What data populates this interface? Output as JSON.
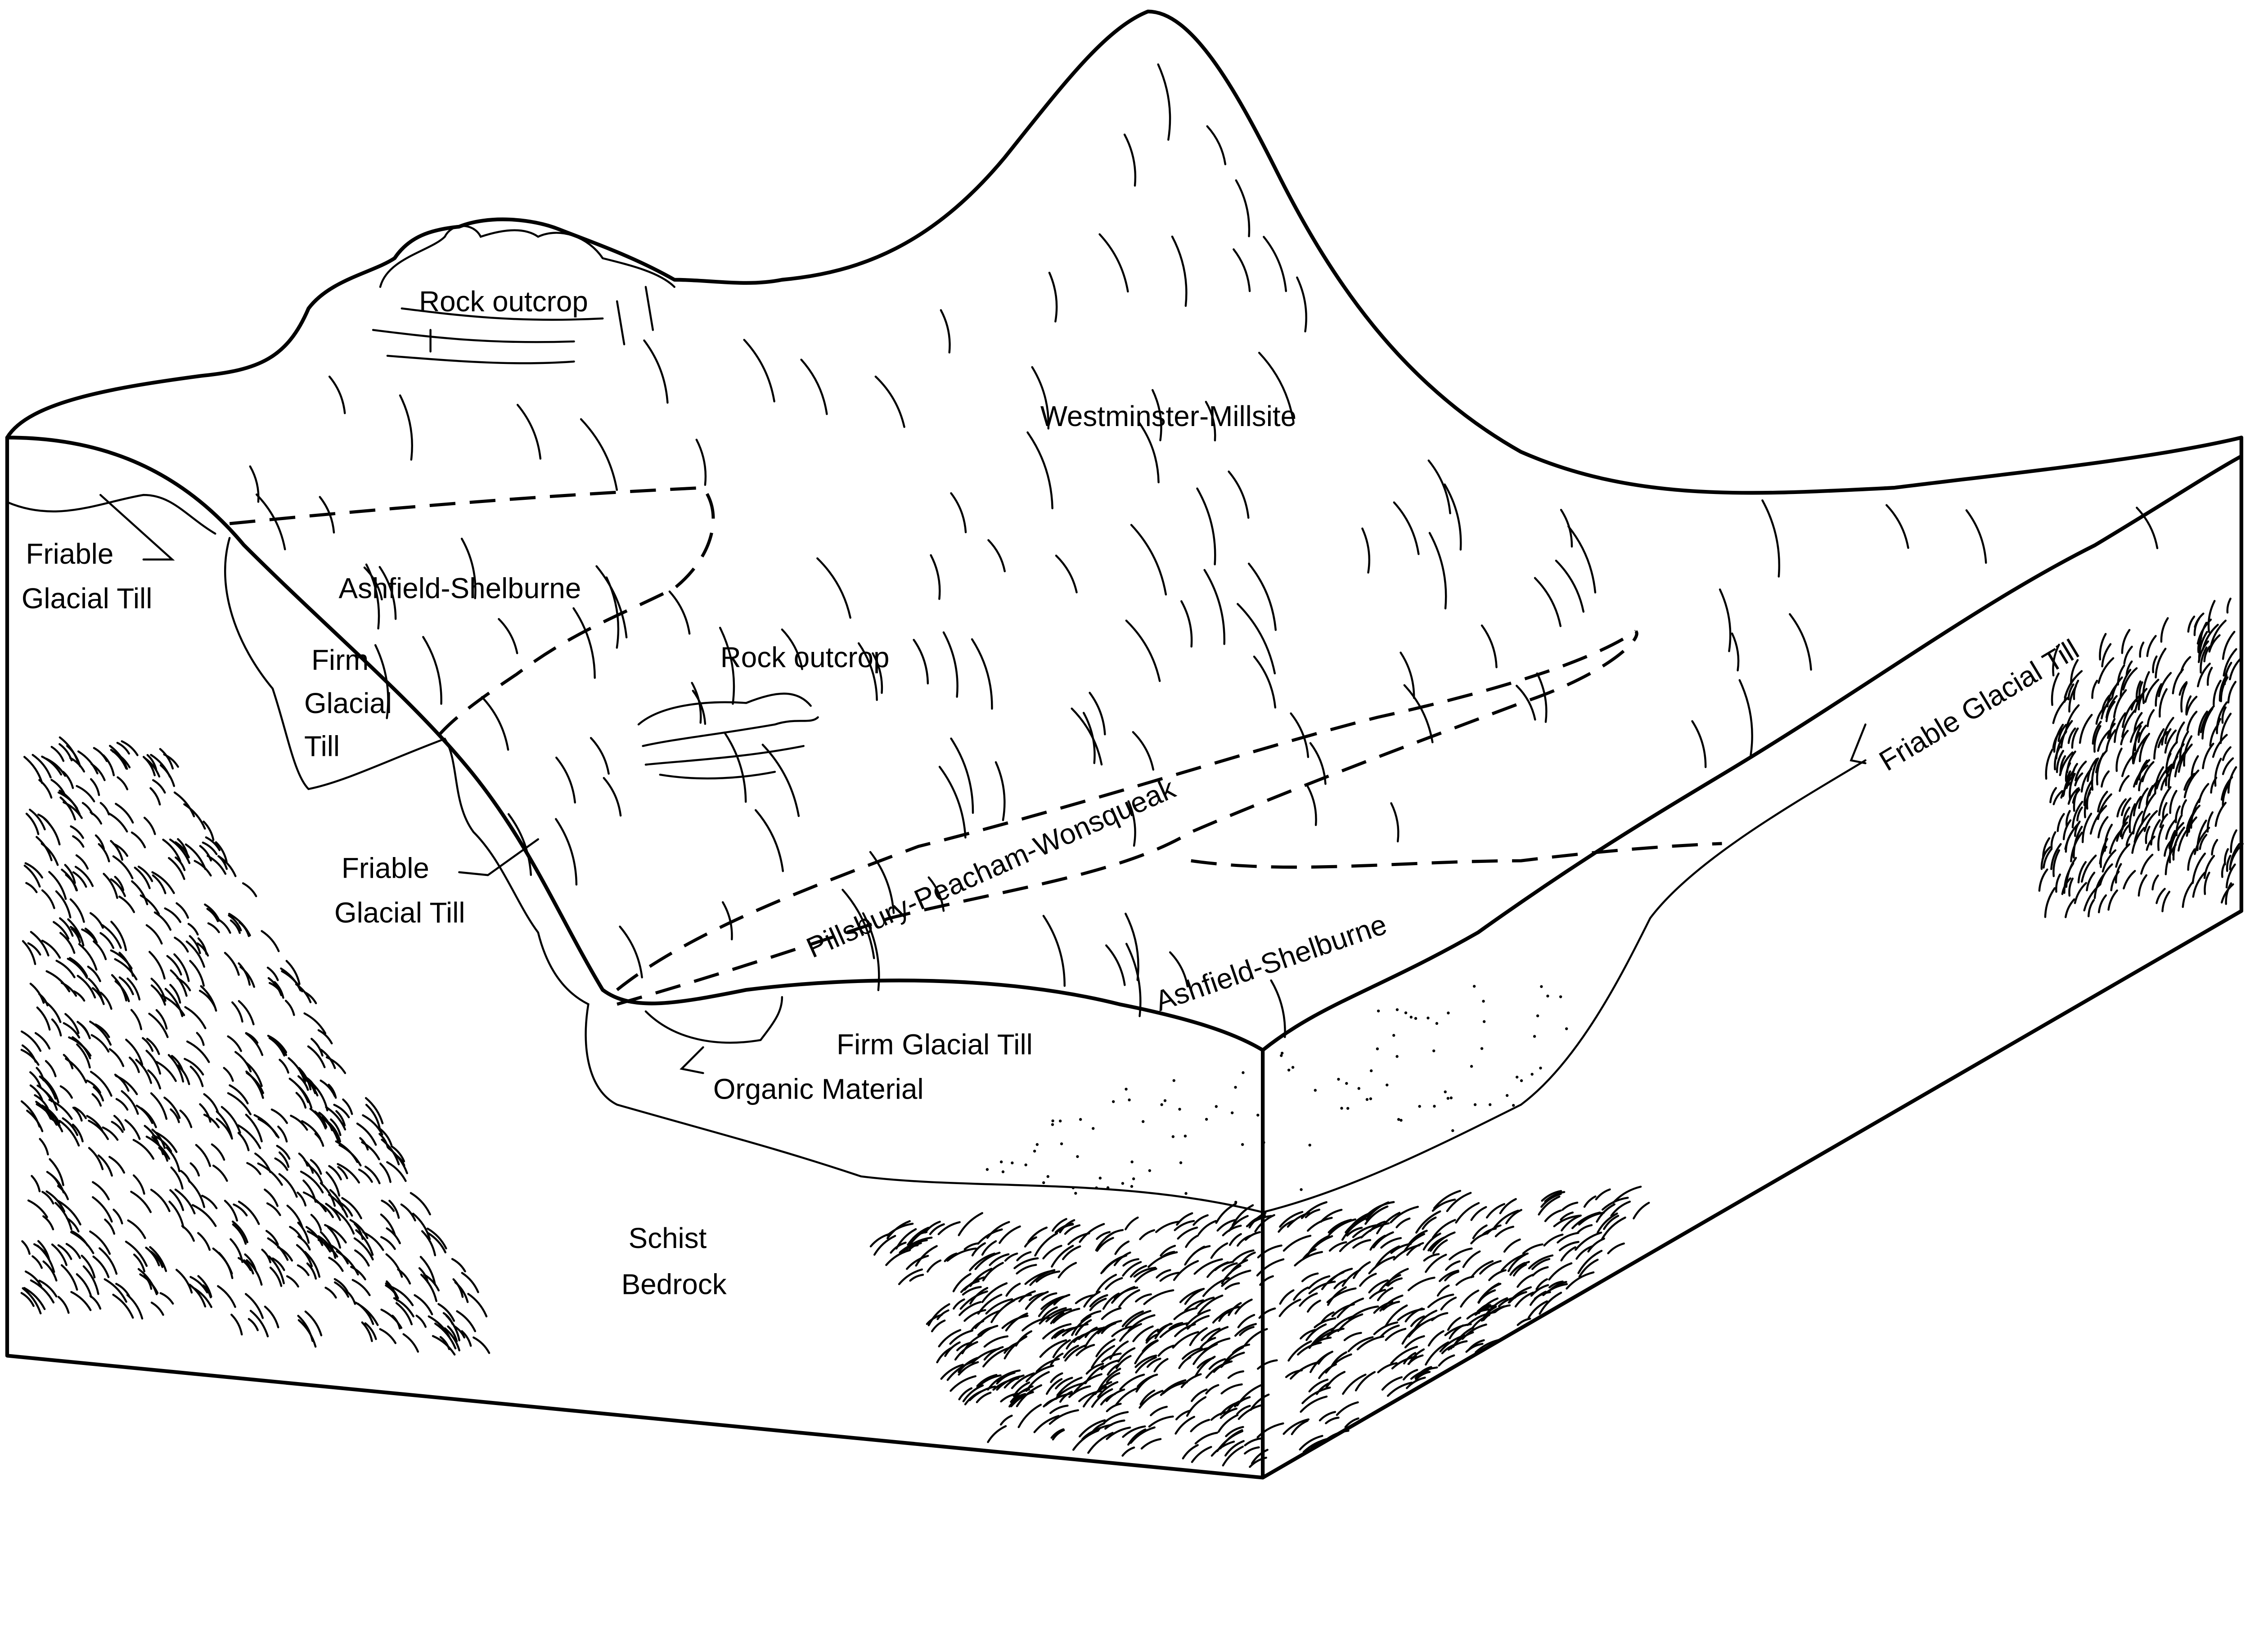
{
  "diagram": {
    "labels": {
      "rock_outcrop_top": "Rock outcrop",
      "westminster": "Westminster-Millsite",
      "friable_left": [
        "Friable",
        "Glacial Till"
      ],
      "ashfield_left": "Ashfield-Shelburne",
      "firm_left": [
        "Firm",
        "Glacial",
        "Till"
      ],
      "rock_outcrop_center": "Rock outcrop",
      "friable_middle": [
        "Friable",
        "Glacial Till"
      ],
      "pillsbury": "Pillsbury-Peacham-Wonsqueak",
      "ashfield_right": "Ashfield-Shelburne",
      "friable_right": "Friable Glacial Till",
      "firm_front": "Firm Glacial Till",
      "organic": "Organic Material",
      "schist": [
        "Schist",
        "Bedrock"
      ]
    },
    "colors": {
      "ink": "#000000",
      "background": "#ffffff"
    }
  }
}
